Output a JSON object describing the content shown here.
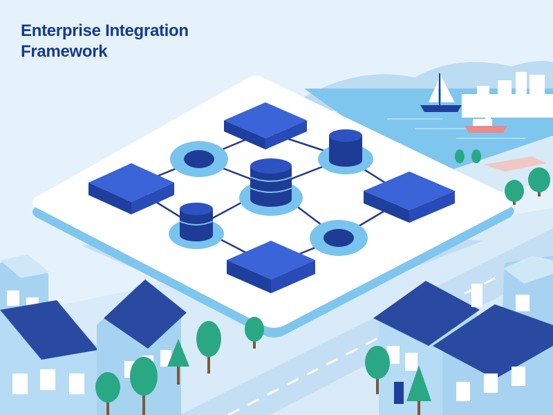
{
  "title": {
    "line1": "Enterprise Integration",
    "line2": "Framework"
  },
  "platform": {
    "nodes": [
      {
        "kind": "block",
        "label": ""
      },
      {
        "kind": "block",
        "label": ""
      },
      {
        "kind": "block",
        "label": ""
      },
      {
        "kind": "block",
        "label": ""
      },
      {
        "kind": "database",
        "label": ""
      },
      {
        "kind": "database",
        "label": ""
      },
      {
        "kind": "database",
        "label": ""
      },
      {
        "kind": "ring-node",
        "label": ""
      },
      {
        "kind": "ring-node",
        "label": ""
      }
    ]
  },
  "colors": {
    "title": "#163a8c",
    "block_top": "#3a64d8",
    "block_side": "#1f3f9e",
    "database": "#1e3c96",
    "ring": "#78c4ee",
    "platform": "#ffffff",
    "water": "#7ec6ee",
    "roof": "#2a4aa2",
    "tree": "#2aa884"
  }
}
